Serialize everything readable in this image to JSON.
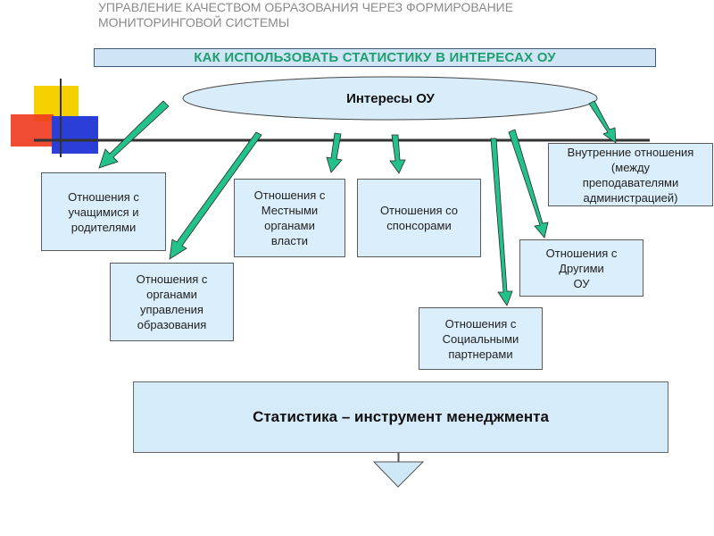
{
  "header": {
    "title_line1": "УПРАВЛЕНИЕ КАЧЕСТВОМ ОБРАЗОВАНИЯ ЧЕРЕЗ ФОРМИРОВАНИЕ",
    "title_line2": "МОНИТОРИНГОВОЙ СИСТЕМЫ"
  },
  "subtitle": "КАК ИСПОЛЬЗОВАТЬ СТАТИСТИКУ В ИНТЕРЕСАХ ОУ",
  "center_node": "Интересы ОУ",
  "boxes": {
    "students_parents": "Отношения с\nучащимися и\nродителями",
    "education_authorities": "Отношения с\nорганами\nуправления\nобразования",
    "local_authorities": "Отношения с\nМестными\nорганами\nвласти",
    "sponsors": "Отношения со\nспонсорами",
    "social_partners": "Отношения с\nСоциальными\nпартнерами",
    "other_schools": "Отношения с\nДругими\nОУ",
    "internal": "Внутренние отношения\n(между\nпреподавателями\nадминистрацией)"
  },
  "footer_box": "Статистика – инструмент менеджмента",
  "colors": {
    "arrow": "#22c28a",
    "box_fill": "#dbeefb",
    "subtitle_text": "#1f9e70",
    "header_text": "#8a8a8a"
  }
}
